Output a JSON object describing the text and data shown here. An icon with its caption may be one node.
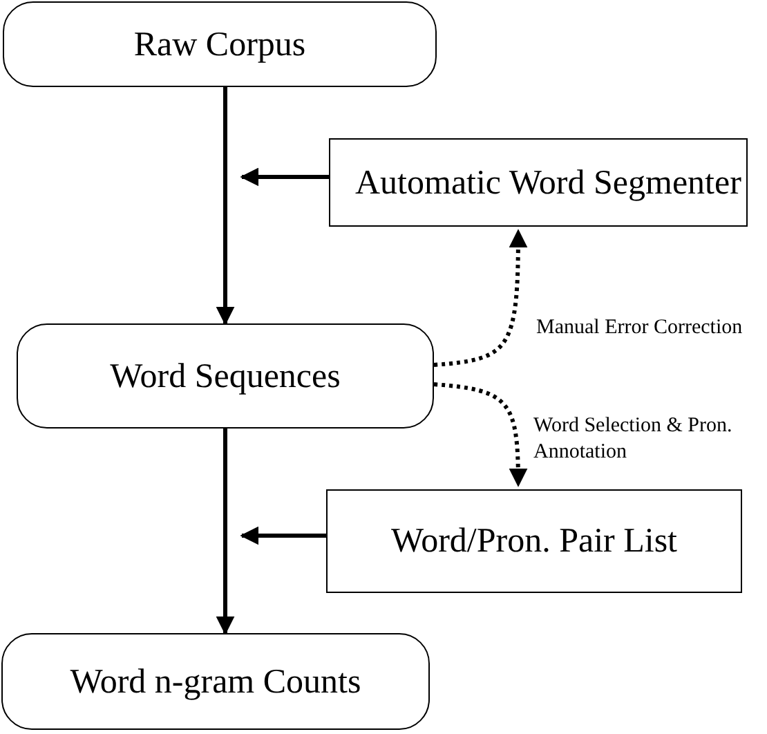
{
  "diagram": {
    "nodes": [
      {
        "text": [
          "Raw Corpus"
        ]
      },
      {
        "text": [
          "Automatic Word Segmenter"
        ]
      },
      {
        "text": [
          "Word Sequences"
        ]
      },
      {
        "text": [
          "Word/Pron. Pair List"
        ]
      },
      {
        "text": [
          "Word n-gram Counts"
        ]
      }
    ],
    "edges": [
      {
        "from": 0,
        "to": 2,
        "arrow": "to"
      },
      {
        "from": 1,
        "to": null,
        "arrow": "to"
      },
      {
        "from": 2,
        "to": 1,
        "arrow": "to",
        "style": "dashed",
        "label": "Manual Error Correction"
      },
      {
        "from": 2,
        "to": 3,
        "arrow": "to",
        "style": "dashed",
        "label": "Word Selection & Pron. Annotation"
      },
      {
        "from": 2,
        "to": 4,
        "arrow": "to"
      },
      {
        "from": 3,
        "to": null,
        "arrow": "to"
      }
    ]
  }
}
